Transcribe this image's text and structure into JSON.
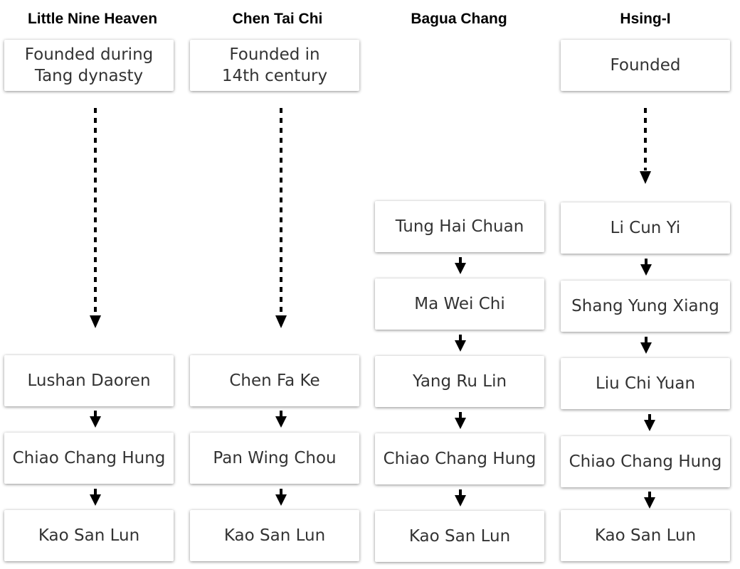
{
  "columns": [
    {
      "heading": "Little Nine Heaven",
      "origin": "Founded during\nTang dynasty",
      "lineage": [
        "Lushan Daoren",
        "Chiao Chang Hung",
        "Kao San Lun"
      ]
    },
    {
      "heading": "Chen Tai Chi",
      "origin": "Founded in\n14th century",
      "lineage": [
        "Chen Fa Ke",
        "Pan Wing Chou",
        "Kao San Lun"
      ]
    },
    {
      "heading": "Bagua Chang",
      "origin": "",
      "lineage": [
        "Tung Hai Chuan",
        "Ma Wei Chi",
        "Yang Ru Lin",
        "Chiao Chang Hung",
        "Kao San Lun"
      ]
    },
    {
      "heading": "Hsing-I",
      "origin": "Founded",
      "lineage": [
        "Li Cun Yi",
        "Shang Yung Xiang",
        "Liu Chi Yuan",
        "Chiao Chang Hung",
        "Kao San Lun"
      ]
    }
  ]
}
